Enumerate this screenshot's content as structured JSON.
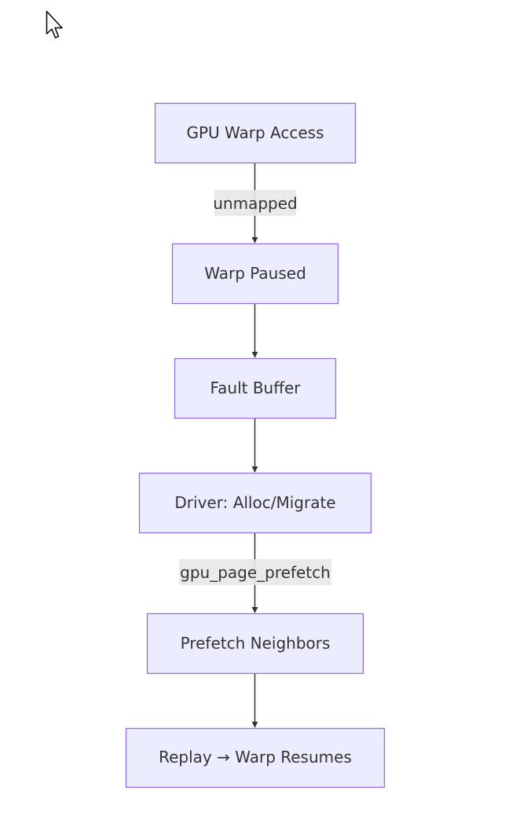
{
  "diagram": {
    "colors": {
      "node_fill": "#ECECFF",
      "node_stroke": "#9370DB",
      "edge": "#333333",
      "label_bg": "#E8E8E8",
      "text": "#333333"
    },
    "nodes": [
      {
        "id": "gpu-warp-access",
        "label": "GPU Warp Access"
      },
      {
        "id": "warp-paused",
        "label": "Warp Paused"
      },
      {
        "id": "fault-buffer",
        "label": "Fault Buffer"
      },
      {
        "id": "driver-alloc-migrate",
        "label": "Driver: Alloc/Migrate"
      },
      {
        "id": "prefetch-neighbors",
        "label": "Prefetch Neighbors"
      },
      {
        "id": "replay-warp-resumes",
        "label": "Replay → Warp Resumes"
      }
    ],
    "edges": [
      {
        "from": "gpu-warp-access",
        "to": "warp-paused",
        "label": "unmapped"
      },
      {
        "from": "warp-paused",
        "to": "fault-buffer",
        "label": ""
      },
      {
        "from": "fault-buffer",
        "to": "driver-alloc-migrate",
        "label": ""
      },
      {
        "from": "driver-alloc-migrate",
        "to": "prefetch-neighbors",
        "label": "gpu_page_prefetch"
      },
      {
        "from": "prefetch-neighbors",
        "to": "replay-warp-resumes",
        "label": ""
      }
    ]
  },
  "cursor": {
    "icon": "mouse-pointer-icon"
  }
}
